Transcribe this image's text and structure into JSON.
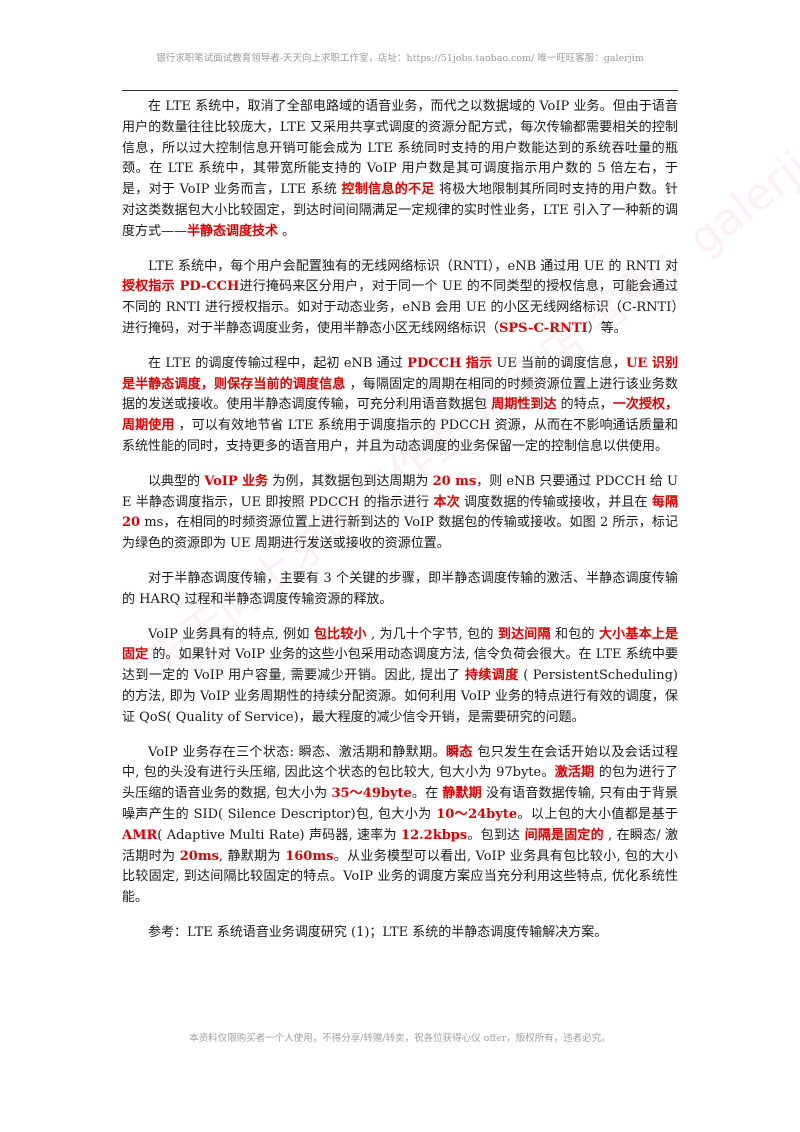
{
  "header": {
    "text": "银行求职笔试面试教育领导者-天天向上求职工作室，店址：https://51jobs.taobao.com/ 唯一旺旺客服：galerjim"
  },
  "paragraphs": [
    [
      {
        "t": "在 LTE 系统中，取消了全部电路域的语音业务，而代之以数据域的 VoIP 业务。但由于语音用户的数量往往比较庞大，LTE 又采用共享式调度的资源分配方式，每次传输都需要相关的控制信息，所以过大控制信息开销可能会成为 LTE 系统同时支持的用户数能达到的系统吞吐量的瓶颈。在 LTE 系统中，其带宽所能支持的 VoIP 用户数是其可调度指示用户数的 5 倍左右，于是，对于 VoIP 业务而言，LTE 系统 "
      },
      {
        "t": "控制信息的不足",
        "hl": true
      },
      {
        "t": " 将极大地限制其所同时支持的用户数。针对这类数据包大小比较固定，到达时间间隔满足一定规律的实时性业务，LTE 引入了一种新的调度方式——"
      },
      {
        "t": "半静态调度技术",
        "hl": true
      },
      {
        "t": " 。"
      }
    ],
    [
      {
        "t": "LTE 系统中，每个用户会配置独有的无线网络标识（RNTI），eNB 通过用 UE 的 RNTI 对 "
      },
      {
        "t": "授权指示 PD-CCH",
        "hl": true
      },
      {
        "t": "进行掩码来区分用户，对于同一个 UE 的不同类型的授权信息，可能会通过不同的 RNTI 进行授权指示。如对于动态业务，eNB 会用 UE 的小区无线网络标识（C-RNTI）进行掩码，对于半静态调度业务，使用半静态小区无线网络标识（"
      },
      {
        "t": "SPS-C-RNTI",
        "hl": true
      },
      {
        "t": "）等。"
      }
    ],
    [
      {
        "t": "在 LTE 的调度传输过程中，起初 eNB 通过 "
      },
      {
        "t": "PDCCH 指示",
        "hl": true
      },
      {
        "t": " UE 当前的调度信息，"
      },
      {
        "t": "UE 识别是半静态调度，则保存当前的调度信息",
        "hl": true
      },
      {
        "t": " ，每隔固定的周期在相同的时频资源位置上进行该业务数据的发送或接收。使用半静态调度传输，可充分利用语音数据包 "
      },
      {
        "t": "周期性到达",
        "hl": true
      },
      {
        "t": " 的特点，"
      },
      {
        "t": "一次授权，周期使用",
        "hl": true
      },
      {
        "t": " ，可以有效地节省 LTE 系统用于调度指示的 PDCCH 资源，从而在不影响通话质量和系统性能的同时，支持更多的语音用户，并且为动态调度的业务保留一定的控制信息以供使用。"
      }
    ],
    [
      {
        "t": "以典型的 "
      },
      {
        "t": "VoIP 业务",
        "hl": true
      },
      {
        "t": " 为例，其数据包到达周期为 "
      },
      {
        "t": "20 ms",
        "hl": true
      },
      {
        "t": "，则 eNB 只要通过 PDCCH 给 UE 半静态调度指示，UE 即按照 PDCCH 的指示进行 "
      },
      {
        "t": "本次",
        "hl": true
      },
      {
        "t": " 调度数据的传输或接收，并且在 "
      },
      {
        "t": "每隔 20",
        "hl": true
      },
      {
        "t": " ms，在相同的时频资源位置上进行新到达的 VoIP 数据包的传输或接收。如图 2 所示，标记为绿色的资源即为 UE 周期进行发送或接收的资源位置。"
      }
    ],
    [
      {
        "t": "对于半静态调度传输，主要有 3 个关键的步骤，即半静态调度传输的激活、半静态调度传输的 HARQ 过程和半静态调度传输资源的释放。"
      }
    ],
    [
      {
        "t": "VoIP 业务具有的特点, 例如 "
      },
      {
        "t": "包比较小",
        "hl": true
      },
      {
        "t": " , 为几十个字节, 包的 "
      },
      {
        "t": "到达间隔",
        "hl": true
      },
      {
        "t": " 和包的 "
      },
      {
        "t": "大小基本上是固定",
        "hl": true
      },
      {
        "t": " 的。如果针对 VoIP 业务的这些小包采用动态调度方法, 信令负荷会很大。在 LTE 系统中要达到一定的 VoIP 用户容量, 需要减少开销。因此, 提出了 "
      },
      {
        "t": "持续调度",
        "hl": true
      },
      {
        "t": " ( PersistentScheduling) 的方法, 即为 VoIP 业务周期性的持续分配资源。如何利用 VoIP 业务的特点进行有效的调度，保证 QoS( Quality of Service)，最大程度的减少信令开销，是需要研究的问题。"
      }
    ],
    [
      {
        "t": "VoIP 业务存在三个状态: 瞬态、激活期和静默期。"
      },
      {
        "t": "瞬态",
        "hl": true
      },
      {
        "t": " 包只发生在会话开始以及会话过程中, 包的头没有进行头压缩, 因此这个状态的包比较大, 包大小为 97byte。"
      },
      {
        "t": "激活期",
        "hl": true
      },
      {
        "t": " 的包为进行了头压缩的语音业务的数据, 包大小为 "
      },
      {
        "t": "35～49byte",
        "hl": true
      },
      {
        "t": "。在 "
      },
      {
        "t": "静默期",
        "hl": true
      },
      {
        "t": " 没有语音数据传输, 只有由于背景噪声产生的 SID( Silence Descriptor)包, 包大小为 "
      },
      {
        "t": "10～24byte",
        "hl": true
      },
      {
        "t": "。以上包的大小值都是基于 "
      },
      {
        "t": "AMR",
        "hl": true
      },
      {
        "t": "( Adaptive Multi Rate) 声码器, 速率为 "
      },
      {
        "t": "12.2kbps",
        "hl": true
      },
      {
        "t": "。包到达 "
      },
      {
        "t": "间隔是固定的",
        "hl": true
      },
      {
        "t": " , 在瞬态/ 激活期时为 "
      },
      {
        "t": "20ms",
        "hl": true
      },
      {
        "t": ", 静默期为 "
      },
      {
        "t": "160ms",
        "hl": true
      },
      {
        "t": "。从业务模型可以看出, VoIP 业务具有包比较小, 包的大小比较固定, 到达间隔比较固定的特点。VoIP 业务的调度方案应当充分利用这些特点, 优化系统性能。"
      }
    ],
    [
      {
        "t": "参考：LTE 系统语音业务调度研究 (1)；LTE 系统的半静态调度传输解决方案。"
      }
    ]
  ],
  "watermark": {
    "text": "天天向上求职工作室 淘宝店 客服：galerjim"
  },
  "footer": {
    "text": "本资料仅限购买者一个人使用，不得分享/转赠/转卖，祝各位获得心仪 offer，版权所有，违者必究。"
  }
}
